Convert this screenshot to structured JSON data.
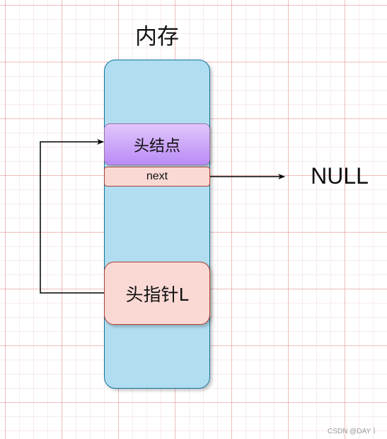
{
  "diagram": {
    "title": "内存",
    "head_node_label": "头结点",
    "next_label": "next",
    "head_pointer_label": "头指针L",
    "null_label": "NULL"
  },
  "watermark": "CSDN @DAY丨"
}
